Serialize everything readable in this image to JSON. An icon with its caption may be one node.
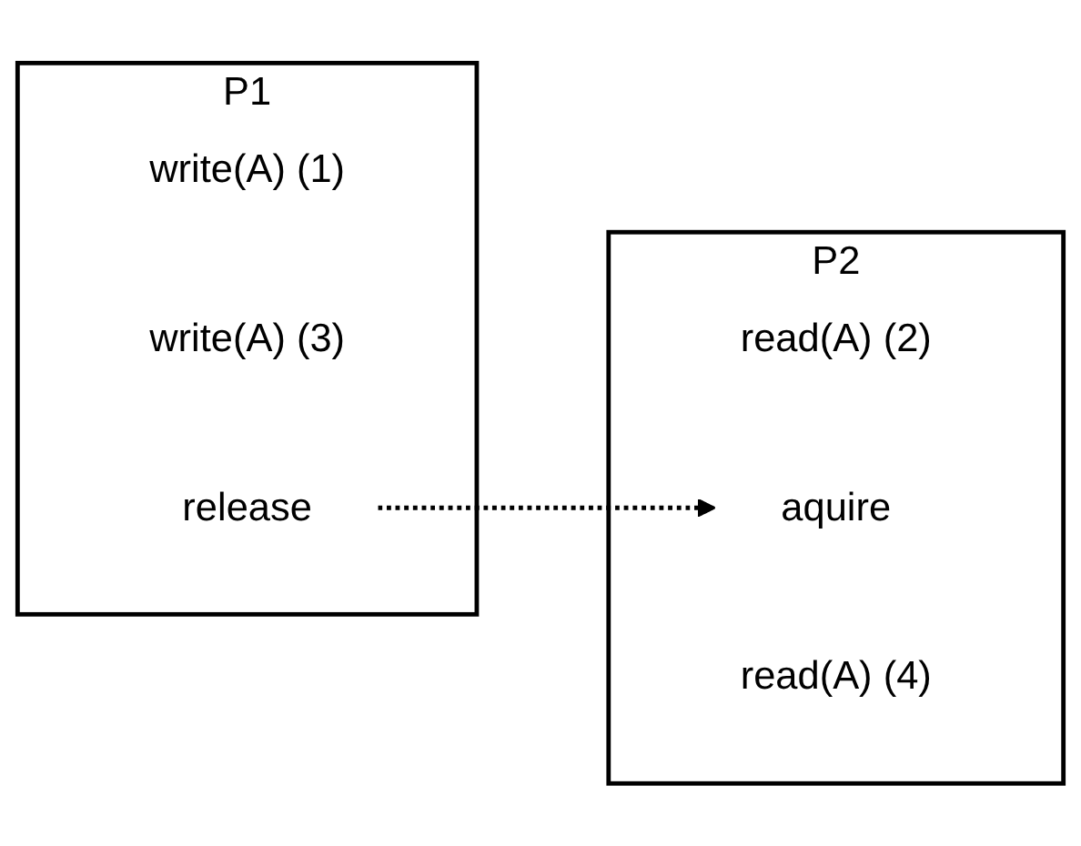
{
  "diagram": {
    "nodes": [
      {
        "text": [
          "P1"
        ]
      },
      {
        "text": [
          "write(A)"
        ],
        "beside": [
          "(1)"
        ],
        "in": 0
      },
      {
        "text": [
          "write(A)"
        ],
        "beside": [
          "(3)"
        ],
        "in": 0
      },
      {
        "text": [
          "release"
        ],
        "in": 0
      },
      {
        "text": [
          "P2"
        ]
      },
      {
        "text": [
          "read(A)"
        ],
        "beside": [
          "(2)"
        ],
        "in": 4
      },
      {
        "text": [
          "aquire"
        ],
        "in": 4
      },
      {
        "text": [
          "read(A)"
        ],
        "beside": [
          "(4)"
        ],
        "in": 4
      }
    ],
    "edges": [
      {
        "from": 3,
        "to": 6,
        "arrow": "to",
        "style": "dashed"
      }
    ]
  }
}
